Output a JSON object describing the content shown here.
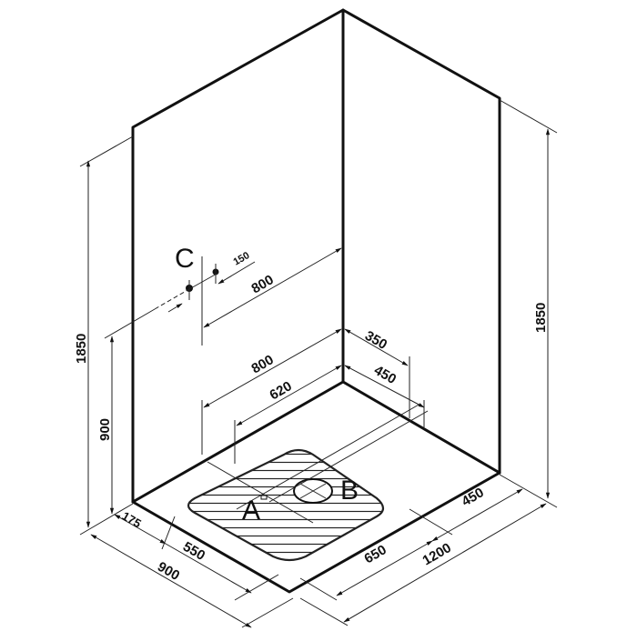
{
  "drawing": {
    "type": "isometric shower enclosure dimension drawing",
    "labels": {
      "A": "A",
      "B": "B",
      "C": "C"
    },
    "dimensions": {
      "left_height_total": "1850",
      "left_height_tap": "900",
      "right_height_total": "1850",
      "c_spacing": "150",
      "c_offset": "800",
      "back_upper_800": "800",
      "back_620": "620",
      "right_350": "350",
      "right_450_wall": "450",
      "front_175": "175",
      "front_550": "550",
      "front_900": "900",
      "front_650": "650",
      "front_450": "450",
      "front_1200": "1200"
    },
    "colors": {
      "line": "#111111",
      "background": "#ffffff"
    }
  }
}
